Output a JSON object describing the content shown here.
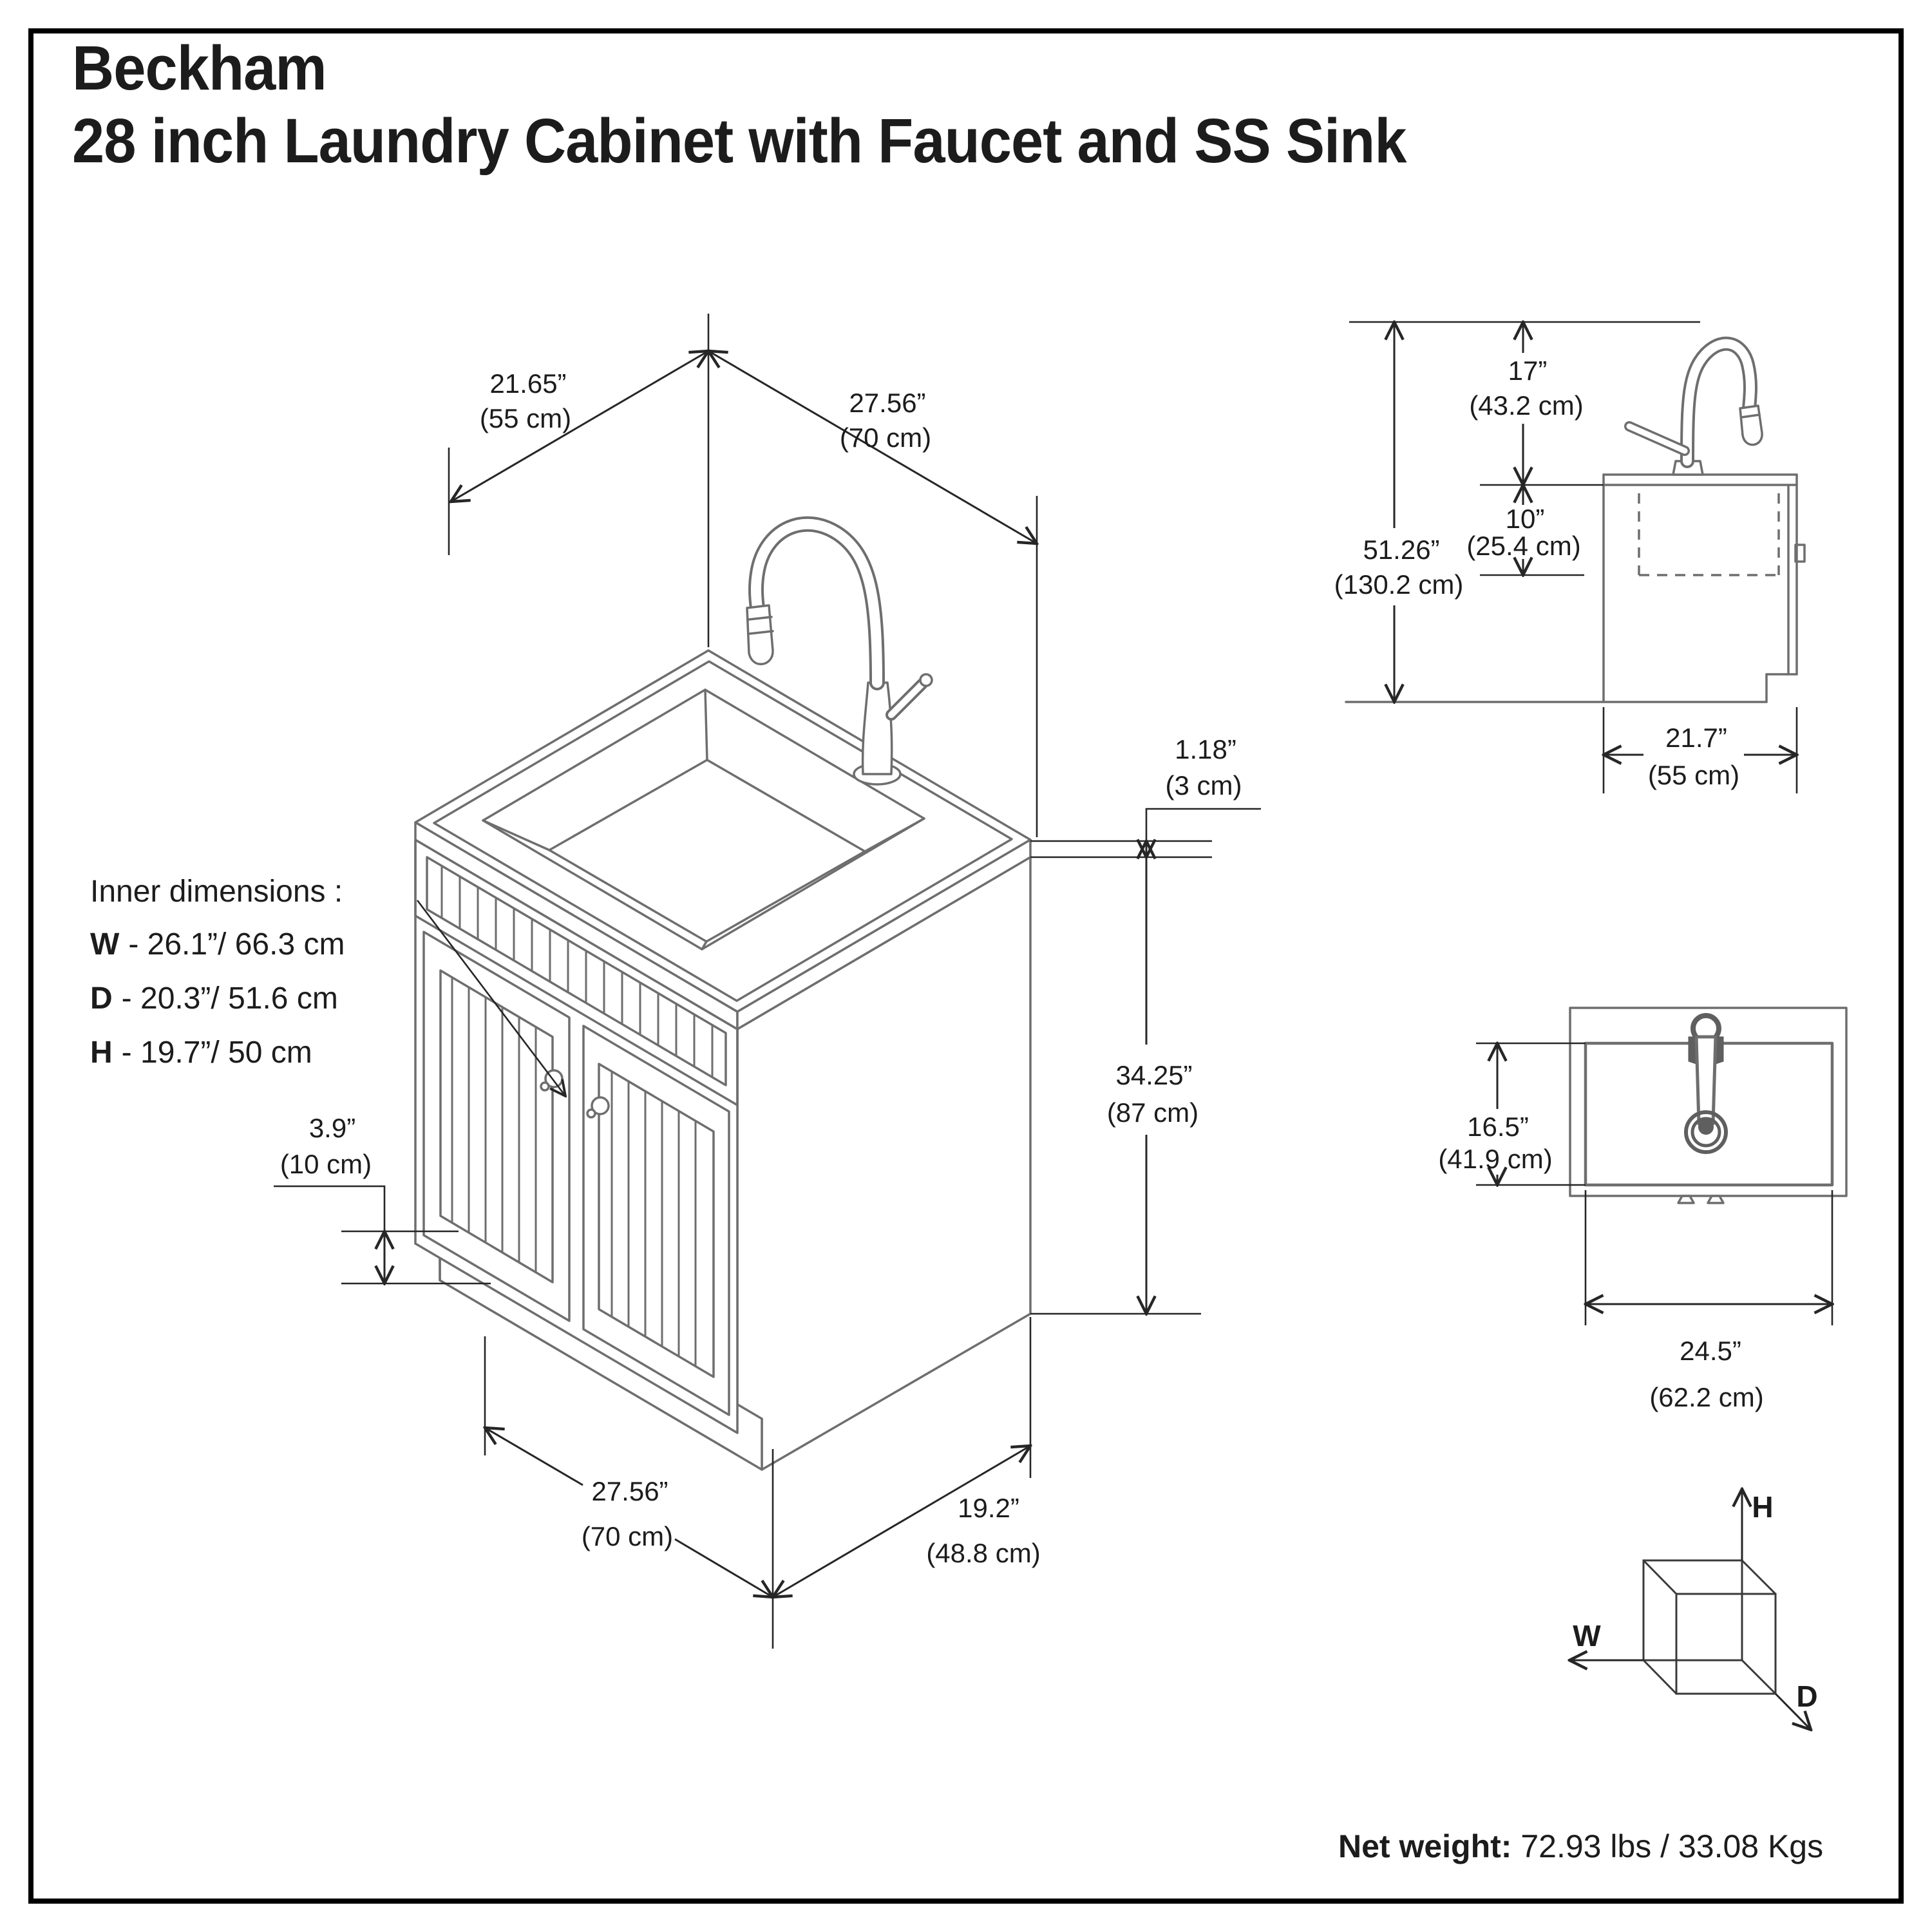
{
  "header": {
    "title_line1": "Beckham",
    "title_line2": "28 inch Laundry Cabinet with Faucet and SS Sink"
  },
  "isometric_view": {
    "dim_depth_top_in": "21.65”",
    "dim_depth_top_cm": "(55 cm)",
    "dim_width_top_in": "27.56”",
    "dim_width_top_cm": "(70 cm)",
    "dim_counter_thickness_in": "1.18”",
    "dim_counter_thickness_cm": "(3 cm)",
    "dim_cabinet_height_in": "34.25”",
    "dim_cabinet_height_cm": "(87 cm)",
    "dim_toekick_in": "3.9”",
    "dim_toekick_cm": "(10 cm)",
    "dim_width_bottom_in": "27.56”",
    "dim_width_bottom_cm": "(70 cm)",
    "dim_depth_bottom_in": "19.2”",
    "dim_depth_bottom_cm": "(48.8 cm)",
    "inner_dimensions": {
      "heading": "Inner dimensions :",
      "rows": [
        {
          "key": "W",
          "value": "- 26.1”/ 66.3 cm"
        },
        {
          "key": "D",
          "value": "- 20.3”/ 51.6 cm"
        },
        {
          "key": "H",
          "value": "- 19.7”/ 50 cm"
        }
      ]
    }
  },
  "side_view": {
    "dim_faucet_height_in": "17”",
    "dim_faucet_height_cm": "(43.2 cm)",
    "dim_sink_depth_in": "10”",
    "dim_sink_depth_cm": "(25.4 cm)",
    "dim_total_height_in": "51.26”",
    "dim_total_height_cm": "(130.2 cm)",
    "dim_depth_in": "21.7”",
    "dim_depth_cm": "(55 cm)"
  },
  "top_view": {
    "dim_inner_depth_in": "16.5”",
    "dim_inner_depth_cm": "(41.9 cm)",
    "dim_inner_width_in": "24.5”",
    "dim_inner_width_cm": "(62.2 cm)"
  },
  "axis_indicator": {
    "height_label": "H",
    "width_label": "W",
    "depth_label": "D"
  },
  "footer": {
    "net_weight_label": "Net weight:",
    "net_weight_value": "72.93 lbs / 33.08 Kgs"
  }
}
